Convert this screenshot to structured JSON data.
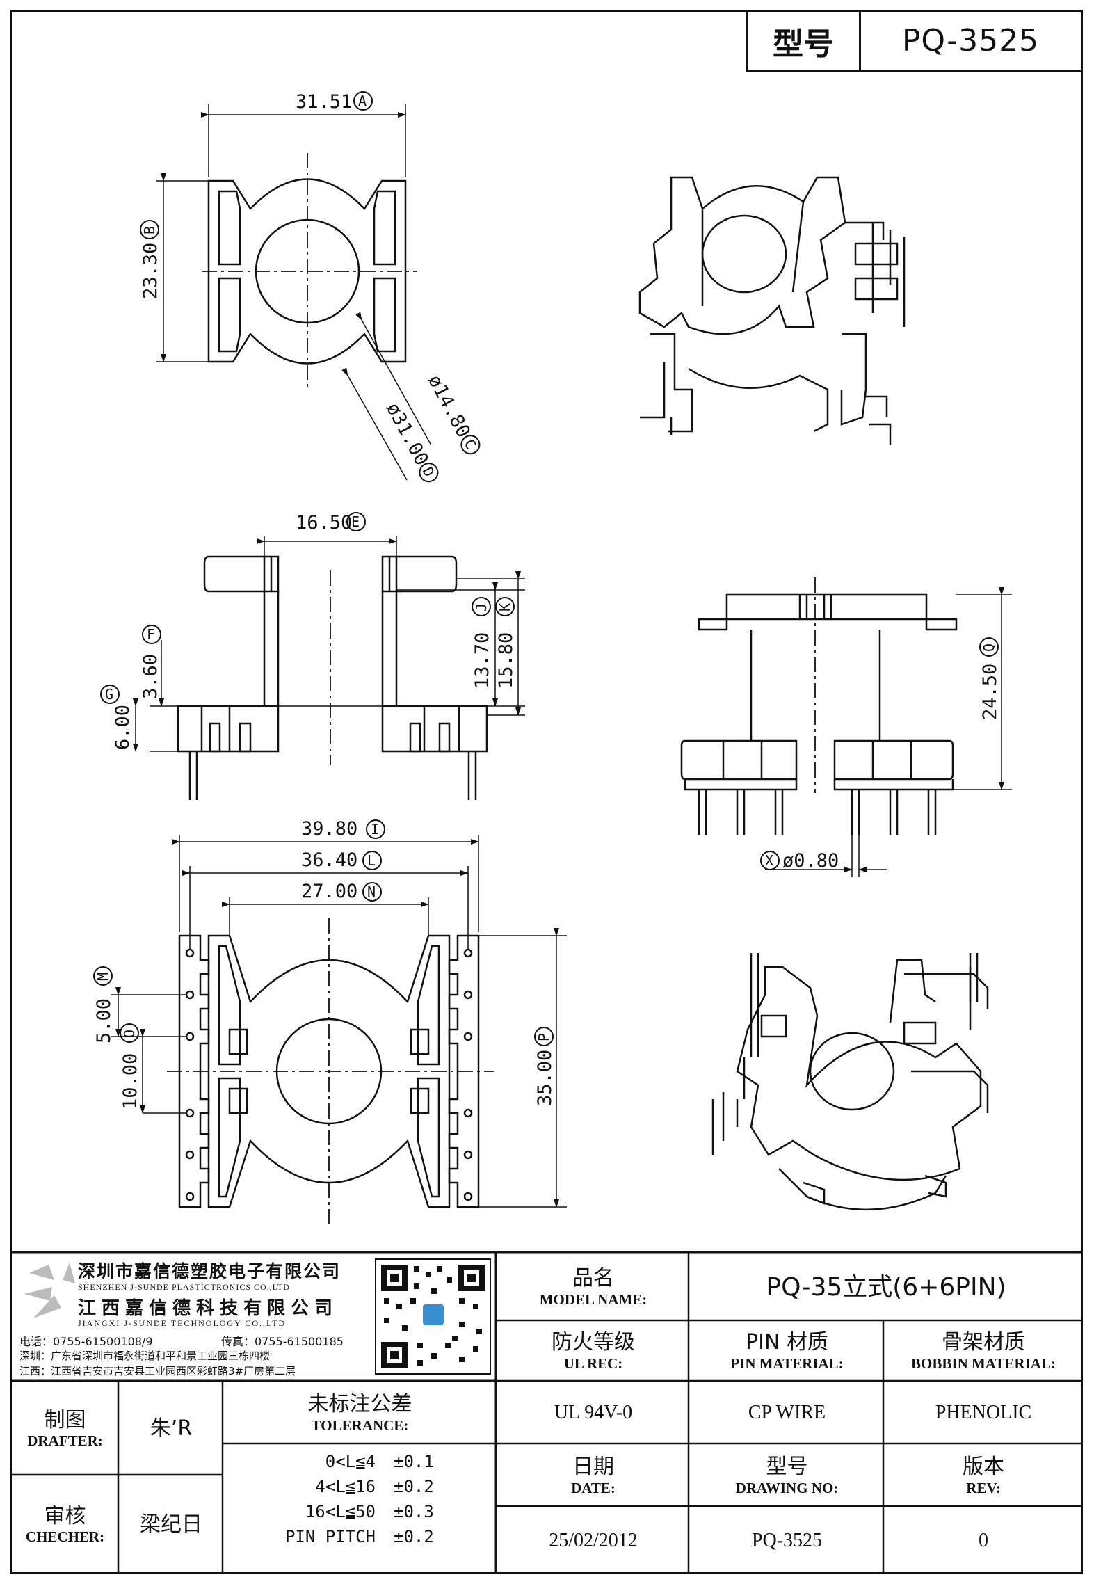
{
  "header": {
    "model_label": "型号",
    "model_value": "PQ-3525"
  },
  "top_view": {
    "dim_a": "31.51",
    "dim_b": "23.30",
    "dim_c": "ø14.80",
    "dim_d": "ø31.00"
  },
  "side_view": {
    "dim_e": "16.50",
    "dim_f": "3.60",
    "dim_g": "6.00",
    "dim_j": "13.70",
    "dim_k": "15.80"
  },
  "front_view": {
    "dim_q": "24.50",
    "dim_x": "ø0.80"
  },
  "bottom_view": {
    "dim_i": "39.80",
    "dim_l": "36.40",
    "dim_n": "27.00",
    "dim_m": "5.00",
    "dim_o": "10.00",
    "dim_p": "35.00"
  },
  "labels": {
    "a": "A",
    "b": "B",
    "c": "C",
    "d": "D",
    "e": "E",
    "f": "F",
    "g": "G",
    "j": "J",
    "k": "K",
    "q": "Q",
    "x": "X",
    "i": "I",
    "l": "L",
    "n": "N",
    "m": "M",
    "o": "O",
    "p": "P"
  },
  "company": {
    "name_cn_1": "深圳市嘉信德塑胶电子有限公司",
    "name_en_1": "SHENZHEN J-SUNDE PLASTICTRONICS CO.,LTD",
    "name_cn_2": "江西嘉信德科技有限公司",
    "name_en_2": "JIANGXI J-SUNDE TECHNOLOGY CO.,LTD",
    "tel": "电话：0755-61500108/9",
    "fax": "传真：0755-61500185",
    "addr_sz": "深圳：广东省深圳市福永街道和平和景工业园三栋四楼",
    "addr_jx": "江西：江西省吉安市吉安县工业园西区彩虹路3#厂房第二层"
  },
  "title_block": {
    "model_name_cn": "品名",
    "model_name_en": "MODEL NAME:",
    "model_name_value": "PQ-35立式(6+6PIN)",
    "ul_cn": "防火等级",
    "ul_en": "UL REC:",
    "ul_value": "UL 94V-0",
    "pin_cn": "PIN 材质",
    "pin_en": "PIN MATERIAL:",
    "pin_value": "CP WIRE",
    "bobbin_cn": "骨架材质",
    "bobbin_en": "BOBBIN MATERIAL:",
    "bobbin_value": "PHENOLIC",
    "date_cn": "日期",
    "date_en": "DATE:",
    "date_value": "25/02/2012",
    "drawing_cn": "型号",
    "drawing_en": "DRAWING NO:",
    "drawing_value": "PQ-3525",
    "rev_cn": "版本",
    "rev_en": "REV:",
    "rev_value": "0",
    "drafter_cn": "制图",
    "drafter_en": "DRAFTER:",
    "drafter_value": "朱’R",
    "checker_cn": "审核",
    "checker_en": "CHECHER:",
    "checker_value": "梁纪日",
    "tolerance_cn": "未标注公差",
    "tolerance_en": "TOLERANCE:",
    "tolerances": [
      {
        "range": "0<L≦4",
        "value": "±0.1"
      },
      {
        "range": "4<L≦16",
        "value": "±0.2"
      },
      {
        "range": "16<L≦50",
        "value": "±0.3"
      },
      {
        "range": "PIN PITCH",
        "value": "±0.2"
      }
    ]
  }
}
